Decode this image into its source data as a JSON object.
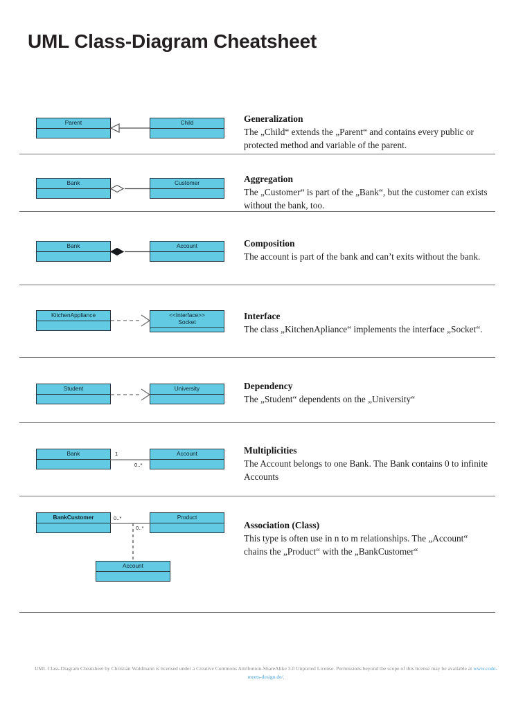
{
  "page": {
    "title": "UML Class-Diagram Cheatsheet",
    "background": "#ffffff",
    "box_fill": "#62cbe3",
    "box_stroke": "#24323a",
    "rule_color": "#6e6e72",
    "link_color": "#49a6dd"
  },
  "sections": [
    {
      "id": "generalization",
      "title": "Generalization",
      "body": "The „Child“ extends the „Parent“ and contains every public or protected method and variable of the parent.",
      "left_box": "Parent",
      "right_box": "Child",
      "connector": "hollow-triangle-arrow"
    },
    {
      "id": "aggregation",
      "title": "Aggregation",
      "body": "The „Customer“ is part of the „Bank“, but the customer can exists without the bank, too.",
      "left_box": "Bank",
      "right_box": "Customer",
      "connector": "hollow-diamond"
    },
    {
      "id": "composition",
      "title": "Composition",
      "body": "The account is part of the bank and can’t exits without the bank.",
      "left_box": "Bank",
      "right_box": "Account",
      "connector": "filled-diamond"
    },
    {
      "id": "interface",
      "title": "Interface",
      "body": "The class „KitchenApliance“ implements the interface „Socket“.",
      "left_box": "KitchenAppliance",
      "right_box": "<<Interface>>\nSocket",
      "connector": "dashed-open-arrow"
    },
    {
      "id": "dependency",
      "title": "Dependency",
      "body": "The „Student“ dependents on the „University“",
      "left_box": "Student",
      "right_box": "University",
      "connector": "dashed-open-arrow"
    },
    {
      "id": "multiplicities",
      "title": "Multiplicities",
      "body": "The Account belongs to one Bank. The Bank contains 0 to infinite Accounts",
      "left_box": "Bank",
      "right_box": "Account",
      "connector": "plain-line",
      "multiplicity_left": "1",
      "multiplicity_right": "0..*"
    },
    {
      "id": "association-class",
      "title": "Association (Class)",
      "body": "This type is often use in n to m relationships. The „Account“  chains the „Product“ with the „BankCustomer“",
      "left_box": "BankCustomer",
      "right_box": "Product",
      "assoc_box": "Account",
      "connector": "plain-line-with-dashed-drop",
      "multiplicity_left": "0..*",
      "multiplicity_right": "0..*"
    }
  ],
  "footer": {
    "text_before": "UML Class-Diagram Cheatsheet by Christian Waldmann is licensed under a Creative Commons Attribution-ShareAlike 3.0 Unported License. Permissions beyond the scope of this license may be available at ",
    "link": "www.code-meets-design.de/",
    "text_after": "."
  }
}
